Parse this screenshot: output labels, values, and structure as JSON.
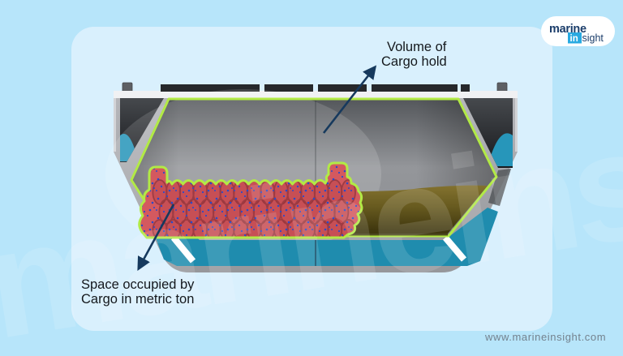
{
  "page": {
    "colors": {
      "background": "#b7e5fa",
      "panel": "#d9f0fd"
    }
  },
  "branding": {
    "logo": {
      "word_top": "marine",
      "word_highlight": "in",
      "word_rest": "sight",
      "navy": "#1c3e6b",
      "cyan": "#29aae1",
      "pill_bg": "#ffffff"
    },
    "watermark_text": "marineinsight",
    "website_url": "www.marineinsight.com",
    "url_color": "#74828e"
  },
  "diagram": {
    "labels": {
      "cargo_hold_volume": {
        "lines": [
          "Volume of",
          "Cargo hold"
        ]
      },
      "cargo_space": {
        "lines": [
          "Space occupied by",
          "Cargo in metric ton"
        ]
      },
      "text_color": "#14181c"
    },
    "colors": {
      "hold_outline_green": "#b2ea45",
      "ballast_teal": "#1f8cae",
      "wing_water_teal": "#2796ba",
      "bulk_cargo_olive": "#6b5e22",
      "cargo_bags_red": "#d4595f",
      "bag_speckle_blue": "#2b49c9",
      "leader_arrow_navy": "#16395d",
      "hull_gray": "#a9abaf",
      "deck_light": "#f0f1f3",
      "hatch_cover_dark": "#26282b",
      "wing_tank_dark": "#26292d"
    }
  }
}
